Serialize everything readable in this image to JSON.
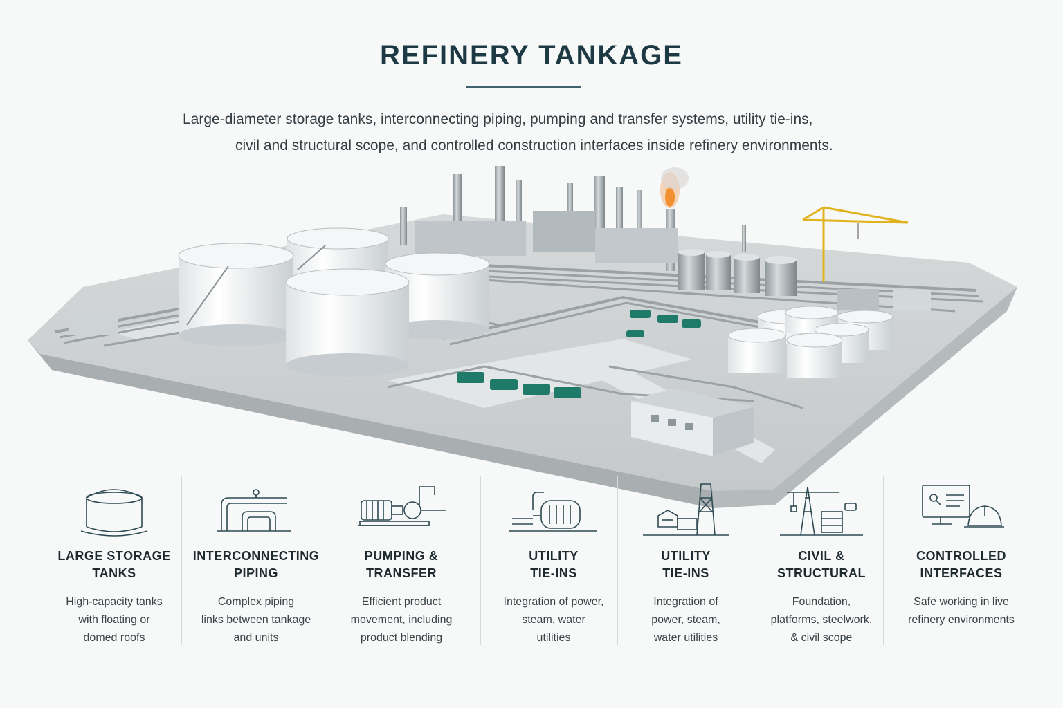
{
  "header": {
    "title": "REFINERY TANKAGE",
    "subtitle_line1": "Large-diameter storage tanks, interconnecting piping, pumping and transfer systems, utility tie-ins,",
    "subtitle_line2": "civil and structural scope, and controlled construction interfaces inside refinery environments."
  },
  "colors": {
    "title": "#1d3a44",
    "accent_green": "#1f7a6a",
    "icon_stroke": "#2e4a52",
    "crane_yellow": "#e0b21e",
    "tank_white": "#f2f4f5"
  },
  "features": [
    {
      "icon": "storage-tank-icon",
      "title_line1": "LARGE STORAGE",
      "title_line2": "TANKS",
      "desc_line1": "High-capacity tanks",
      "desc_line2": "with floating or",
      "desc_line3": "domed roofs"
    },
    {
      "icon": "piping-icon",
      "title_line1": "INTERCONNECTING",
      "title_line2": "PIPING",
      "desc_line1": "Complex piping",
      "desc_line2": "links between tankage",
      "desc_line3": "and units"
    },
    {
      "icon": "pump-icon",
      "title_line1": "PUMPING &",
      "title_line2": "TRANSFER",
      "desc_line1": "Efficient product",
      "desc_line2": "movement, including",
      "desc_line3": "product blending"
    },
    {
      "icon": "utility-unit-icon",
      "title_line1": "UTILITY",
      "title_line2": "TIE-INS",
      "desc_line1": "Integration of power,",
      "desc_line2": "steam, water",
      "desc_line3": "utilities"
    },
    {
      "icon": "utility-tower-icon",
      "title_line1": "UTILITY",
      "title_line2": "TIE-INS",
      "desc_line1": "Integration of",
      "desc_line2": "power, steam,",
      "desc_line3": "water utilities"
    },
    {
      "icon": "crane-structure-icon",
      "title_line1": "CIVIL &",
      "title_line2": "STRUCTURAL",
      "desc_line1": "Foundation,",
      "desc_line2": "platforms, steelwork,",
      "desc_line3": "& civil scope"
    },
    {
      "icon": "monitor-hardhat-icon",
      "title_line1": "CONTROLLED",
      "title_line2": "INTERFACES",
      "desc_line1": "Safe working in live",
      "desc_line2": "refinery environments",
      "desc_line3": ""
    }
  ]
}
